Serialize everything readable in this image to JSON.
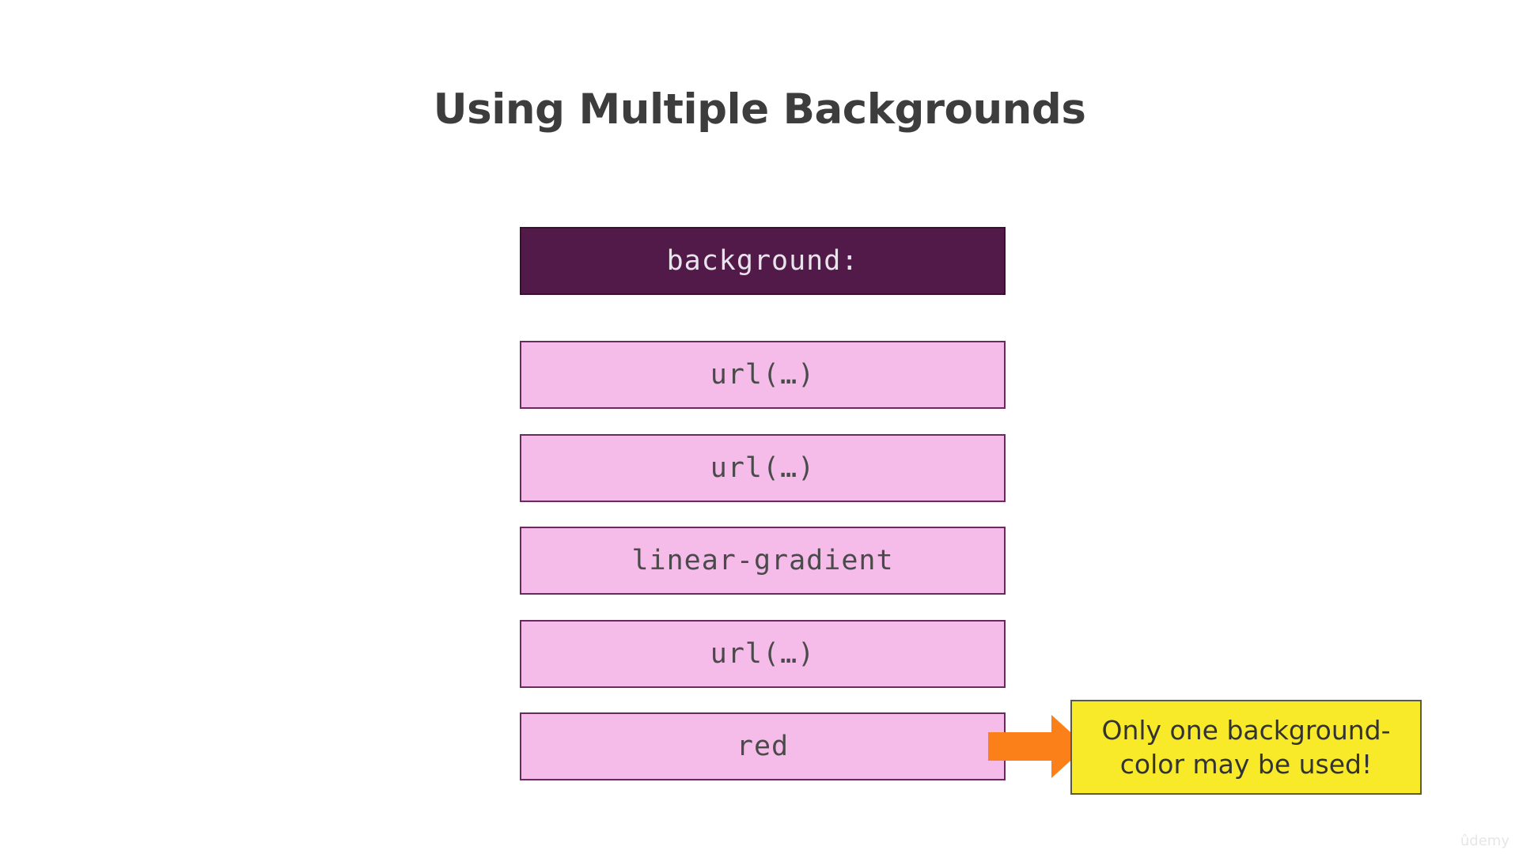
{
  "slide": {
    "title": "Using Multiple Backgrounds",
    "property_label": "background:",
    "layers": [
      {
        "label": "url(…)"
      },
      {
        "label": "url(…)"
      },
      {
        "label": "linear-gradient"
      },
      {
        "label": "url(…)"
      },
      {
        "label": "red"
      }
    ],
    "note": "Only one background-color may be used!",
    "watermark": "ûdemy"
  },
  "colors": {
    "header_box": "#521a48",
    "layer_box": "#f5bbe9",
    "arrow": "#fb8019",
    "note_box": "#f8ea29",
    "title_text": "#3d3d3d"
  },
  "icons": {
    "arrow": "arrow-right-icon"
  }
}
